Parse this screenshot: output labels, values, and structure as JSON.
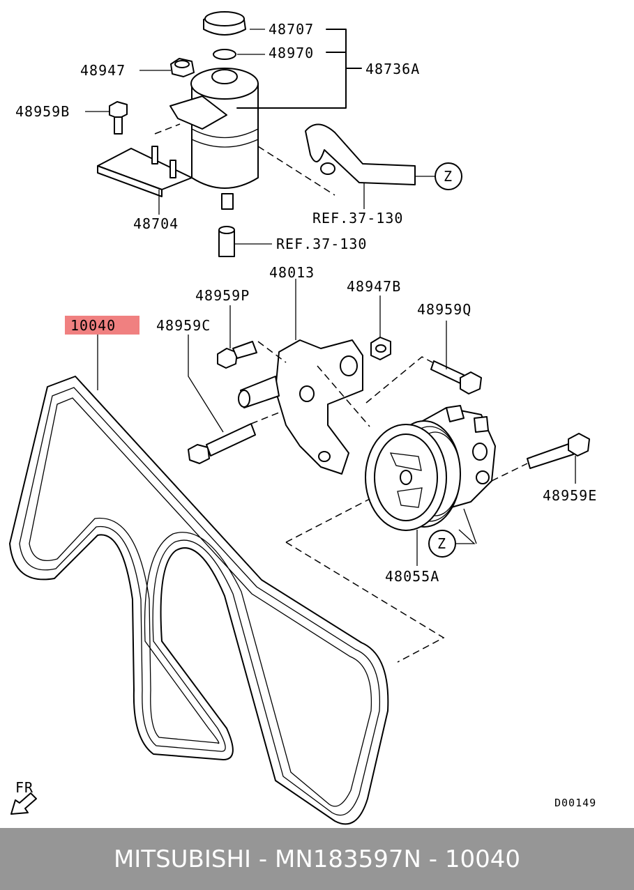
{
  "labels": {
    "p48707": "48707",
    "p48970": "48970",
    "p48736A": "48736A",
    "p48947": "48947",
    "p48959B": "48959B",
    "p48704": "48704",
    "ref1": "REF.37-130",
    "ref2": "REF.37-130",
    "zone_z1": "Z",
    "zone_z2": "Z",
    "p48013": "48013",
    "p48959P": "48959P",
    "p48947B": "48947B",
    "p48959C": "48959C",
    "p48959Q": "48959Q",
    "p10040": "10040",
    "p48959E": "48959E",
    "p48055A": "48055A",
    "front": "FR",
    "diagram_code": "D00149"
  },
  "highlight_color": "#f08080",
  "footer": {
    "brand": "MITSUBISHI",
    "part_number": "MN183597",
    "position": "N - 10040"
  }
}
